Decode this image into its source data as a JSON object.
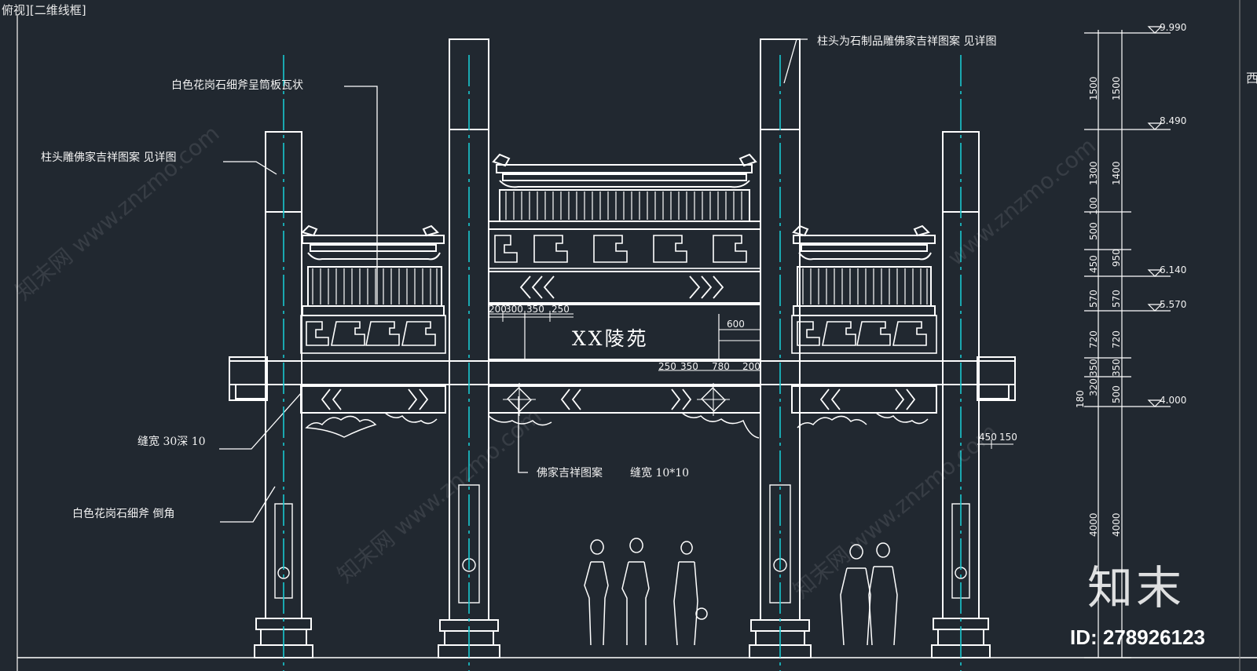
{
  "viewport": {
    "label": "俯视][二维线框]"
  },
  "annotations": {
    "top_left_note": "白色花岗石细斧呈筒板瓦状",
    "pillar_head_note": "柱头雕佛家吉祥图案 见详图",
    "top_right_note": "柱头为石制品雕佛家吉祥图案 见详图",
    "groove_note": "缝宽  30深 10",
    "granite_note": "白色花岗石细斧  倒角",
    "buddhist_note": "佛家吉祥图案",
    "groove_note_2": "缝宽  10*10"
  },
  "plaque": {
    "title": "XX陵苑"
  },
  "dims": {
    "d200": "200",
    "d300": "300",
    "d350": "350",
    "d250": "250",
    "d600": "600",
    "d250b": "250",
    "d350b": "350",
    "d780": "780",
    "d200b": "200",
    "d450": "450",
    "d150": "150"
  },
  "elevations": {
    "e1": "9.990",
    "e2": "8.490",
    "e3": "6.140",
    "e4": "5.570",
    "e5": "4.000"
  },
  "vertical_dims": {
    "left": [
      "1500",
      "1300",
      "100",
      "500",
      "450",
      "570",
      "720",
      "350",
      "320",
      "180",
      "4000"
    ],
    "right": [
      "1500",
      "1400",
      "950",
      "570",
      "720",
      "350",
      "500",
      "4000"
    ]
  },
  "watermark": {
    "text": "www.znzmo.com",
    "brand": "知末网"
  },
  "logo": {
    "text": "知末"
  },
  "image_id": {
    "text": "ID: 278926123"
  },
  "edge_fragment": "西",
  "colors": {
    "background": "#212830",
    "line": "#ffffff",
    "centerline": "#19c9d0"
  }
}
